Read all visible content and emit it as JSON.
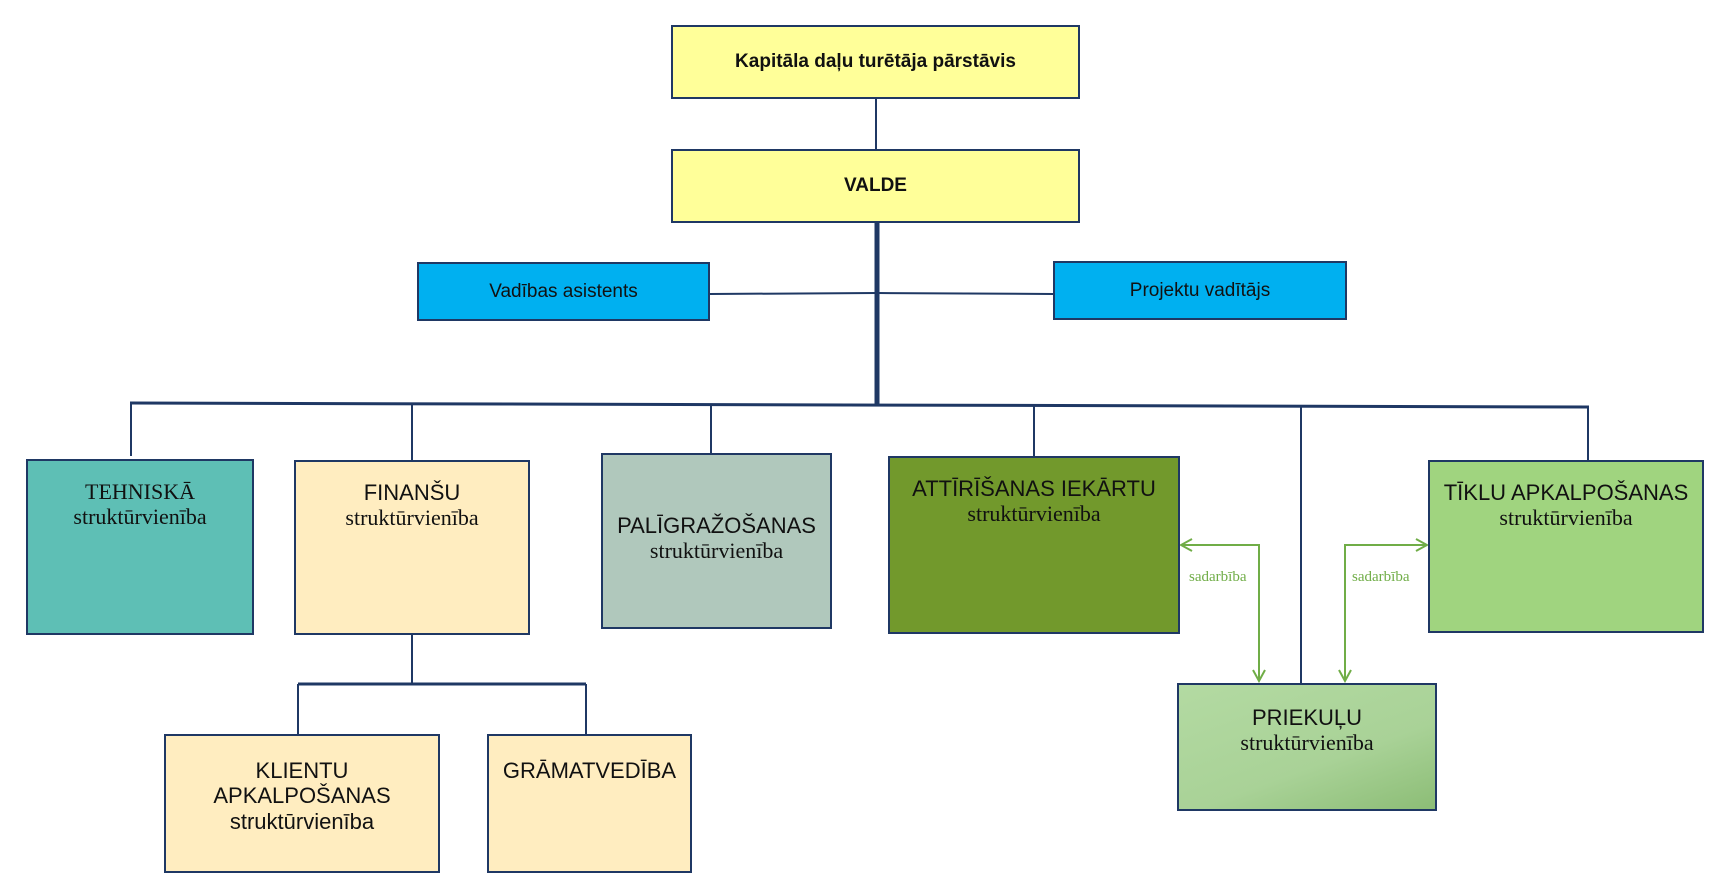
{
  "diagram": {
    "type": "organizational-chart",
    "colors": {
      "line": "#1F3864",
      "cooperation_arrow": "#70AD47",
      "top_boxes": "#FFFF99",
      "staff_boxes": "#00B0F0",
      "technical": "#5EBFB5",
      "finance": "#FFEDC0",
      "auxiliary": "#B0C8BC",
      "treatment": "#72992C",
      "network": "#A0D47F",
      "priekuli": "#A9D297"
    },
    "nodes": {
      "owner": {
        "line1": "Kapitāla daļu turētāja pārstāvis"
      },
      "board": {
        "line1": "VALDE"
      },
      "assistant": {
        "line1": "Vadības asistents"
      },
      "project_manager": {
        "line1": "Projektu vadītājs"
      },
      "technical": {
        "line1": "TEHNISKĀ",
        "line2": "struktūrvienība"
      },
      "finance": {
        "line1": "FINANŠU",
        "line2": "struktūrvienība"
      },
      "auxiliary": {
        "line1": "PALĪGRAŽOŠANAS",
        "line2": "struktūrvienība"
      },
      "treatment": {
        "line1": "ATTĪRĪŠANAS IEKĀRTU",
        "line2": "struktūrvienība"
      },
      "network": {
        "line1": "TĪKLU APKALPOŠANAS",
        "line2": "struktūrvienība"
      },
      "priekuli": {
        "line1": "PRIEKUĻU",
        "line2": "struktūrvienība"
      },
      "client_service": {
        "line1": "KLIENTU",
        "line2": "APKALPOŠANAS",
        "line3": "struktūrvienība"
      },
      "accounting": {
        "line1": "GRĀMATVEDĪBA"
      }
    },
    "edges": [
      {
        "from": "owner",
        "to": "board"
      },
      {
        "from": "board",
        "to": "assistant"
      },
      {
        "from": "board",
        "to": "project_manager"
      },
      {
        "from": "board",
        "to": "technical"
      },
      {
        "from": "board",
        "to": "finance"
      },
      {
        "from": "board",
        "to": "auxiliary"
      },
      {
        "from": "board",
        "to": "treatment"
      },
      {
        "from": "board",
        "to": "priekuli"
      },
      {
        "from": "board",
        "to": "network"
      },
      {
        "from": "finance",
        "to": "client_service"
      },
      {
        "from": "finance",
        "to": "accounting"
      }
    ],
    "cooperation_links": [
      {
        "between": [
          "treatment",
          "priekuli"
        ],
        "label": "sadarbība"
      },
      {
        "between": [
          "network",
          "priekuli"
        ],
        "label": "sadarbība"
      }
    ]
  }
}
